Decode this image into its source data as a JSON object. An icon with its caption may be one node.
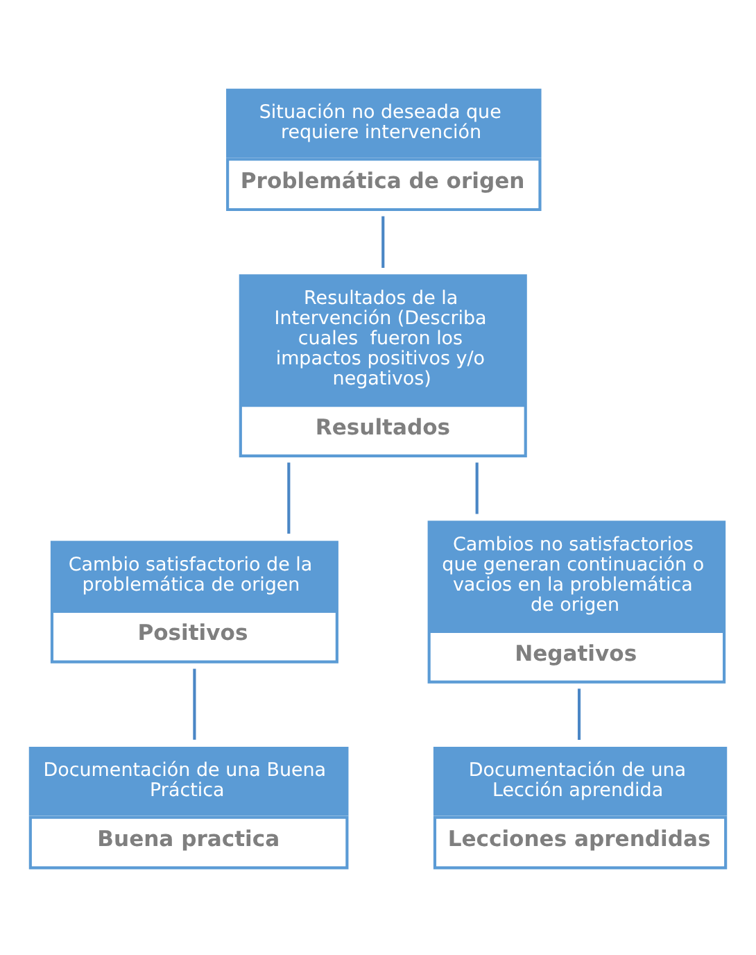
{
  "diagram": {
    "nodes": [
      {
        "text": [
          "Situación no deseada que requiere intervención",
          "Problemática de origen"
        ]
      },
      {
        "text": [
          "Resultados de la Intervención (Describa cuales  fueron los impactos positivos y/o negativos)",
          "Resultados"
        ]
      },
      {
        "text": [
          "Cambio satisfactorio de la problemática de origen",
          "Positivos"
        ]
      },
      {
        "text": [
          "Cambios no satisfactorios que generan continuación o vacios en la problemática de origen",
          "Negativos"
        ]
      },
      {
        "text": [
          "Documentación de una Buena Práctica",
          "Buena practica"
        ]
      },
      {
        "text": [
          "Documentación de una Lección aprendida",
          "Lecciones aprendidas"
        ]
      }
    ],
    "edges": [
      {
        "from": 0,
        "to": 1,
        "arrow": "none"
      },
      {
        "from": 1,
        "to": 2,
        "arrow": "none"
      },
      {
        "from": 1,
        "to": 3,
        "arrow": "none"
      },
      {
        "from": 2,
        "to": 4,
        "arrow": "none"
      },
      {
        "from": 3,
        "to": 5,
        "arrow": "none"
      }
    ]
  }
}
